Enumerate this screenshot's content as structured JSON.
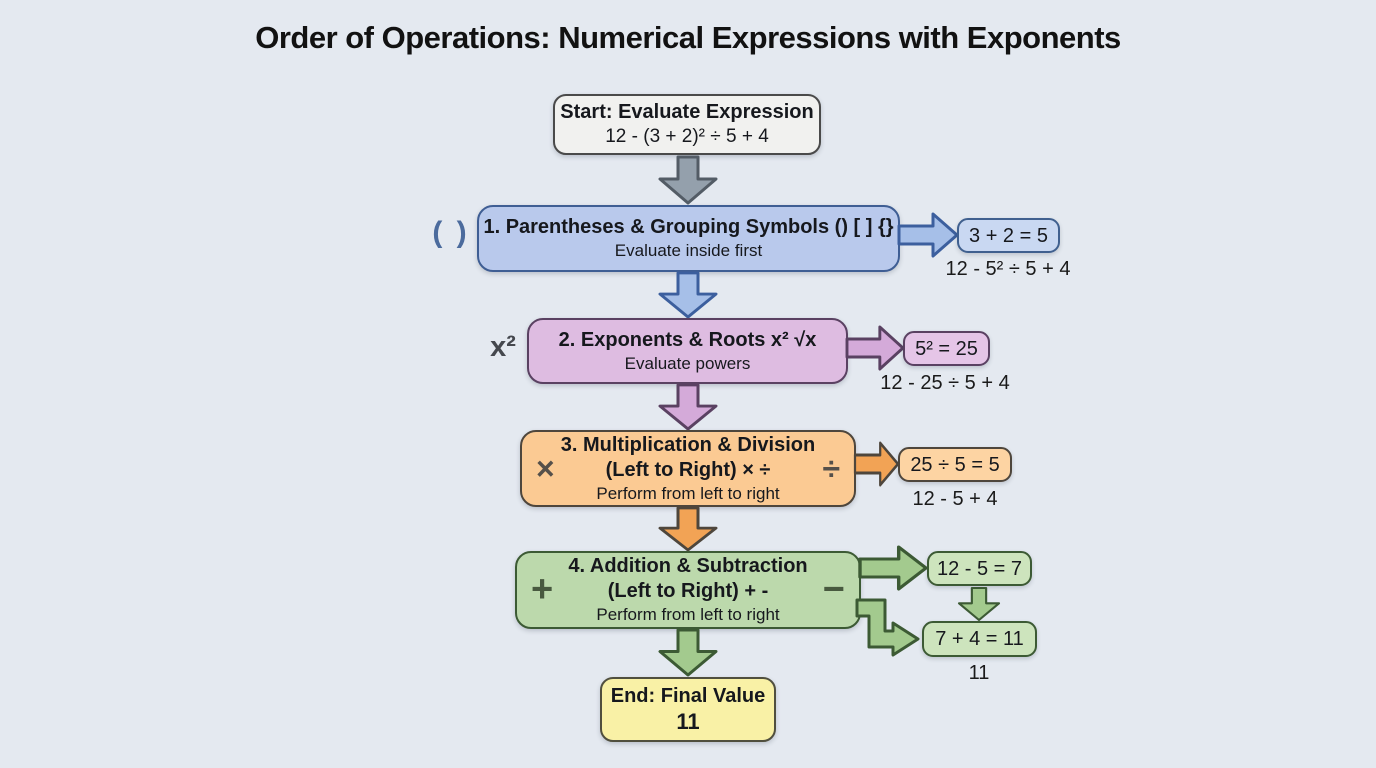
{
  "title": "Order of Operations: Numerical Expressions with Exponents",
  "start": {
    "label": "Start: Evaluate Expression",
    "expression": "12 - (3 + 2)² ÷ 5 + 4"
  },
  "steps": [
    {
      "icon": "( )",
      "title": "1. Parentheses & Grouping Symbols () [ ] {}",
      "subtitle": "Evaluate inside first",
      "result": "3 + 2 = 5",
      "expression_after": "12 - 5² ÷ 5 + 4"
    },
    {
      "icon": "x²",
      "title": "2. Exponents & Roots x² √x",
      "subtitle": "Evaluate powers",
      "result": "5² = 25",
      "expression_after": "12 - 25 ÷ 5 + 4"
    },
    {
      "icon_left": "×",
      "icon_right": "÷",
      "title_line1": "3. Multiplication & Division",
      "title_line2": "(Left to Right) × ÷",
      "subtitle": "Perform from left to right",
      "result": "25 ÷ 5 = 5",
      "expression_after": "12 - 5 + 4"
    },
    {
      "icon_left": "+",
      "icon_right": "−",
      "title_line1": "4. Addition & Subtraction",
      "title_line2": "(Left to Right) + -",
      "subtitle": "Perform from left to right",
      "result_first": "12 - 5 = 7",
      "result_second": "7 + 4 = 11",
      "value_after": "11"
    }
  ],
  "end": {
    "label": "End: Final Value",
    "value": "11"
  },
  "colors": {
    "background": "#e4e9f0",
    "start_fill": "#f1f1ef",
    "start_border": "#4a4a4a",
    "step1_fill": "#b9c9ec",
    "step1_border": "#3f5e94",
    "step2_fill": "#debce1",
    "step2_border": "#5a4162",
    "step3_fill": "#fbca93",
    "step3_border": "#4e463c",
    "step4_fill": "#bcd9ac",
    "step4_border": "#3c5a34",
    "end_fill": "#f9f1a6",
    "end_border": "#504f3e",
    "arrow_gray": "#94a0ac",
    "arrow_blue": "#a6bfe8",
    "arrow_purple": "#d4aad9",
    "arrow_orange": "#f2a355",
    "arrow_green": "#a3ca8e"
  }
}
